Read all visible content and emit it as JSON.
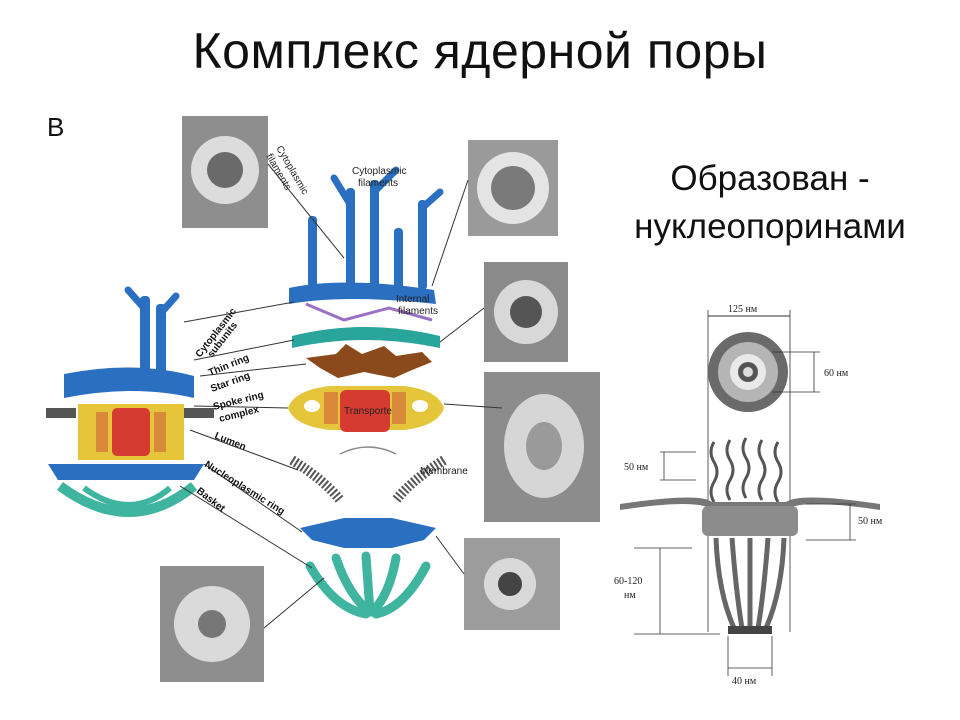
{
  "title": "Комплекс ядерной поры",
  "panel_letter": "B",
  "subtitle_line1": "Образован -",
  "subtitle_line2": "нуклеопоринами",
  "diagram_labels": {
    "cytoplasmic_filaments_1": "Cytoplasmic",
    "cytoplasmic_filaments_2": "filaments",
    "cytoplasmic_filaments_top_1": "Cytoplasmic",
    "cytoplasmic_filaments_top_2": "filaments",
    "internal_filaments_1": "Internal",
    "internal_filaments_2": "filaments",
    "cytoplasmic_subunits_1": "Cytoplasmic",
    "cytoplasmic_subunits_2": "subunits",
    "thin_ring": "Thin ring",
    "star_ring": "Star ring",
    "spoke_ring_1": "Spoke ring",
    "spoke_ring_2": "complex",
    "transporter": "Transporter",
    "lumen": "Lumen",
    "membrane": "Membrane",
    "nucleoplasmic_ring": "Nucleoplasmic ring",
    "basket": "Basket"
  },
  "dimensions": {
    "d125": "125 нм",
    "d60": "60 нм",
    "d50a": "50 нм",
    "d50b": "50 нм",
    "d60_120": "60-120",
    "d60_120_unit": "нм",
    "d40": "40 нм"
  },
  "colors": {
    "blue": "#2a6fc0",
    "teal": "#2aa59b",
    "brown": "#8a4a1c",
    "yellow": "#e5c63a",
    "red": "#d63b32",
    "green": "#3fb5a0"
  }
}
